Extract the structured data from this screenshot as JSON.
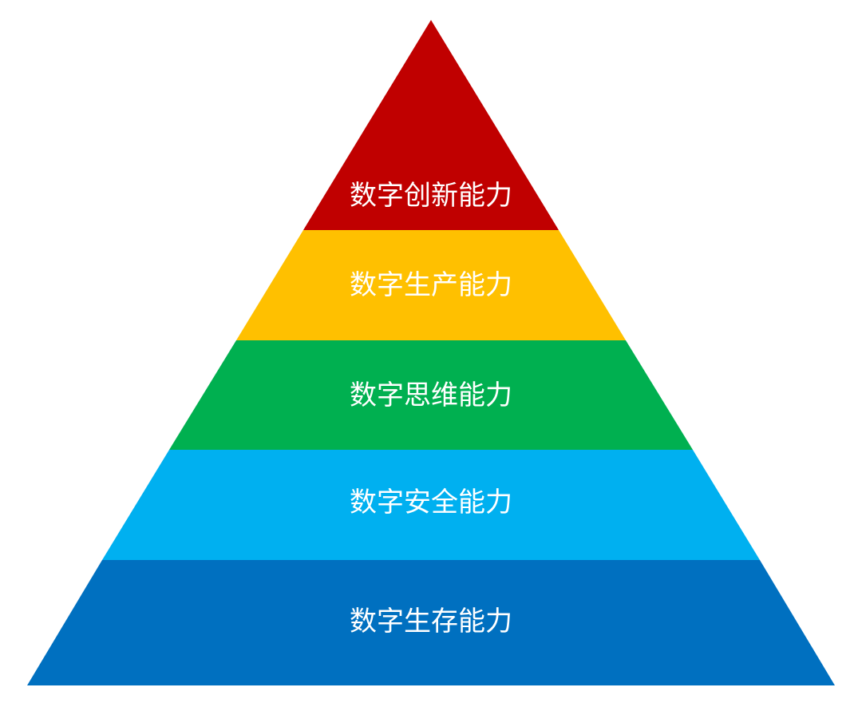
{
  "pyramid": {
    "tiers": [
      {
        "label": "数字创新能力",
        "color": "#C00000"
      },
      {
        "label": "数字生产能力",
        "color": "#FFC000"
      },
      {
        "label": "数字思维能力",
        "color": "#00B050"
      },
      {
        "label": "数字安全能力",
        "color": "#00B0F0"
      },
      {
        "label": "数字生存能力",
        "color": "#0070C0"
      }
    ]
  }
}
